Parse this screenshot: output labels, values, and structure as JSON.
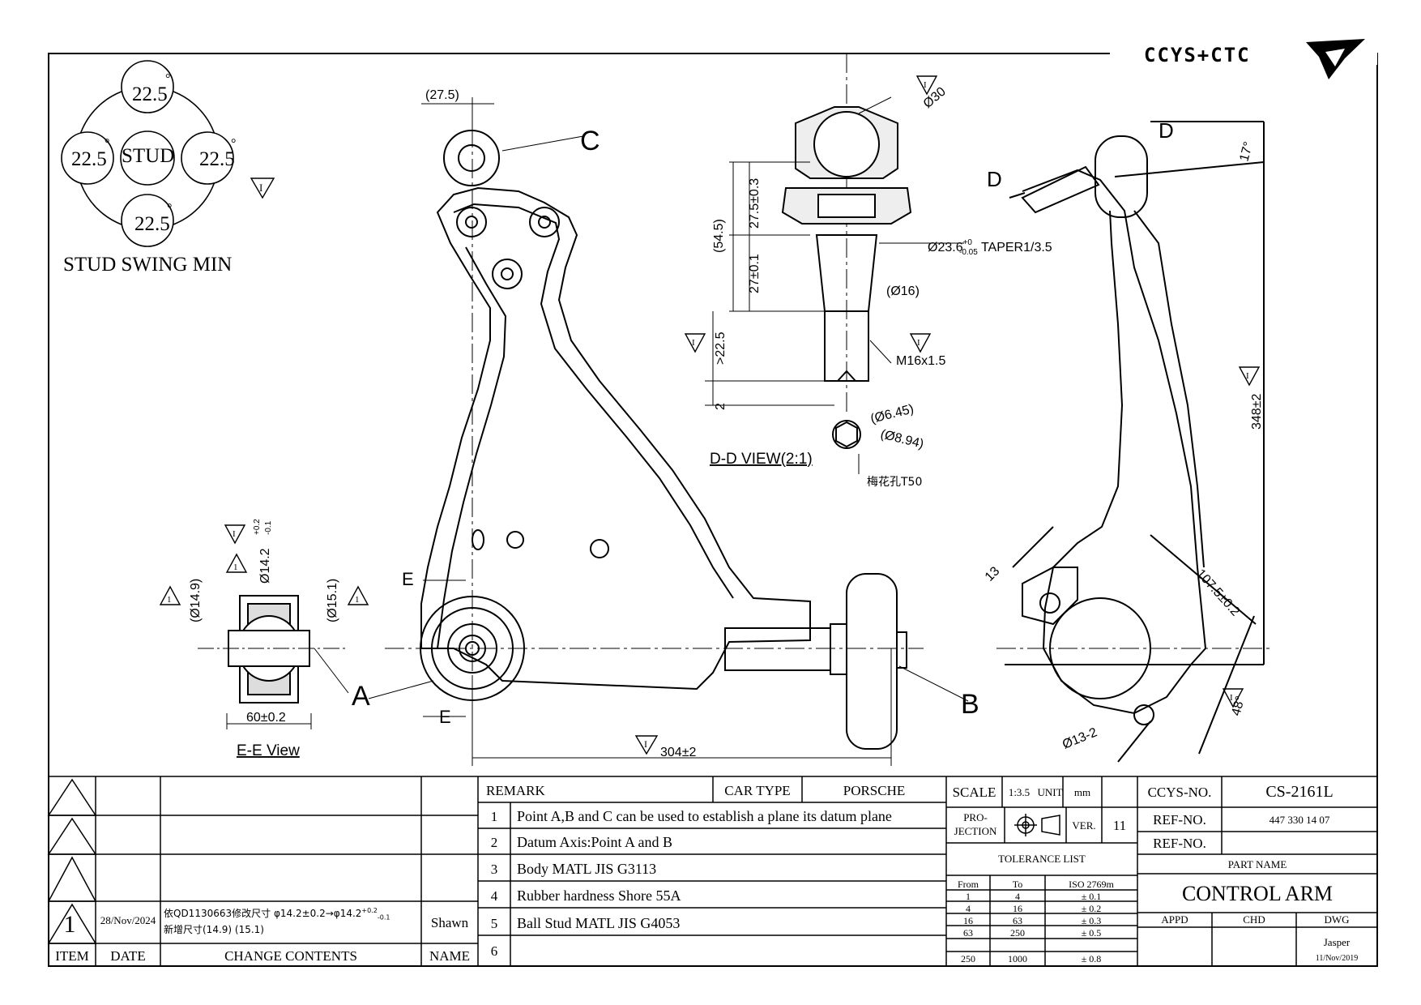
{
  "brand": {
    "logo_text": "CCYS+CTC"
  },
  "stud_swing": {
    "title": "STUD SWING MIN",
    "center": "STUD",
    "angles": [
      "22.5",
      "22.5",
      "22.5",
      "22.5"
    ],
    "deg": "°"
  },
  "labels": {
    "point_a": "A",
    "point_b": "B",
    "point_c": "C",
    "section_e": "E",
    "section_d": "D",
    "view_ee": "E-E View",
    "view_dd": "D-D VIEW(2:1)"
  },
  "dimensions": {
    "d_27_5": "(27.5)",
    "d_30": "Ø30",
    "d_27_5_tol": "27.5±0.3",
    "d_54_5": "(54.5)",
    "d_27": "27±0.1",
    "d_22_5": ">22.5",
    "d_2": "2",
    "taper": "Ø23.6",
    "taper_sup": "+0",
    "taper_sub": "-0.05",
    "taper_tail": " TAPER1/3.5",
    "d_16": "(Ø16)",
    "thread": "M16x1.5",
    "d_6_45": "(Ø6.45)",
    "d_8_94": "(Ø8.94)",
    "torx": "梅花孔T50",
    "d_17": "17°",
    "d_348": "348±2",
    "d_107_5": "107.5±0.2",
    "d_13": "13",
    "d_13_2": "Ø13-2",
    "d_48": "48°",
    "d_304": "304±2",
    "d_60": "60±0.2",
    "d_14_9": "(Ø14.9)",
    "d_15_1": "(Ø15.1)",
    "d_14_2": "Ø14.2",
    "d_14_2_sup": "+0.2",
    "d_14_2_sub": "-0.1",
    "symbol_i": "I",
    "symbol_1": "1"
  },
  "revision": {
    "headers": {
      "item": "ITEM",
      "date": "DATE",
      "contents": "CHANGE CONTENTS",
      "name": "NAME"
    },
    "rows": [
      {
        "item": "1",
        "date": "28/Nov/2024",
        "line1": "依QD1130663修改尺寸 φ14.2±0.2→φ14.2",
        "line1_sup": "+0.2",
        "line1_sub": "-0.1",
        "line2": "新增尺寸(14.9) (15.1)",
        "name": "Shawn"
      }
    ]
  },
  "remarks": {
    "header": "REMARK",
    "car_type_label": "CAR TYPE",
    "car_type": "PORSCHE",
    "items": [
      {
        "no": "1",
        "text": "Point A,B and C can be used to establish a plane its datum plane"
      },
      {
        "no": "2",
        "text": "Datum Axis:Point A and B"
      },
      {
        "no": "3",
        "text": "Body MATL JIS G3113"
      },
      {
        "no": "4",
        "text": "Rubber hardness Shore 55A"
      },
      {
        "no": "5",
        "text": "Ball Stud MATL JIS G4053"
      },
      {
        "no": "6",
        "text": ""
      }
    ]
  },
  "specs": {
    "scale_label": "SCALE",
    "scale": "1:3.5",
    "unit_label": "UNIT",
    "unit": "mm",
    "projection_label_1": "PRO-",
    "projection_label_2": "JECTION",
    "ver_label": "VER.",
    "ver": "11",
    "tolerance_title": "TOLERANCE LIST",
    "tol_headers": [
      "From",
      "To",
      "ISO 2769m"
    ],
    "tolerances": [
      [
        "1",
        "4",
        "± 0.1"
      ],
      [
        "4",
        "16",
        "± 0.2"
      ],
      [
        "16",
        "63",
        "± 0.3"
      ],
      [
        "63",
        "250",
        "± 0.5"
      ],
      [
        "250",
        "1000",
        "± 0.8"
      ]
    ]
  },
  "part": {
    "ccys_label": "CCYS-NO.",
    "ccys_no": "CS-2161L",
    "ref1_label": "REF-NO.",
    "ref1": "447 330 14 07",
    "ref2_label": "REF-NO.",
    "ref2": "",
    "name_label": "PART NAME",
    "name": "CONTROL ARM",
    "appd": "APPD",
    "chd": "CHD",
    "dwg": "DWG",
    "drawer": "Jasper",
    "date": "11/Nov/2019"
  }
}
